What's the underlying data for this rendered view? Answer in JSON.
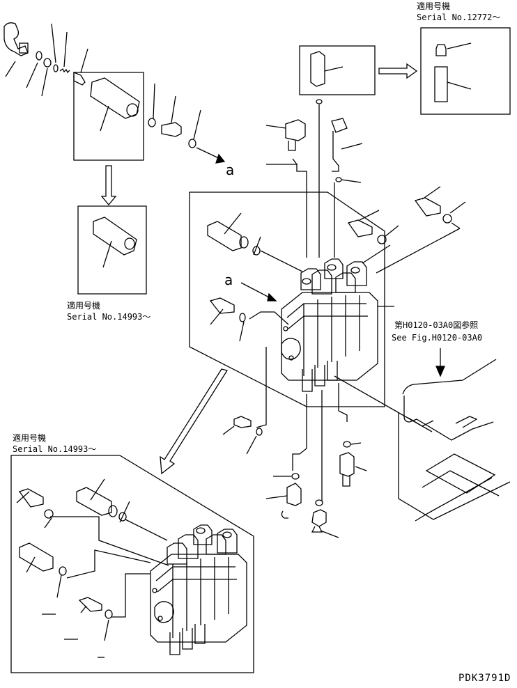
{
  "labels": {
    "top_right_applicable": "適用号機",
    "top_right_serial": "Serial No.12772～",
    "mid_left_applicable": "適用号機",
    "mid_left_serial": "Serial No.14993～",
    "bottom_left_applicable": "適用号機",
    "bottom_left_serial": "Serial No.14993～",
    "fig_ref_jp": "第H0120-03A0図参照",
    "fig_ref_en": "See Fig.H0120-03A0",
    "callout_a1": "a",
    "callout_a2": "a",
    "drawing_code": "PDK3791D"
  }
}
